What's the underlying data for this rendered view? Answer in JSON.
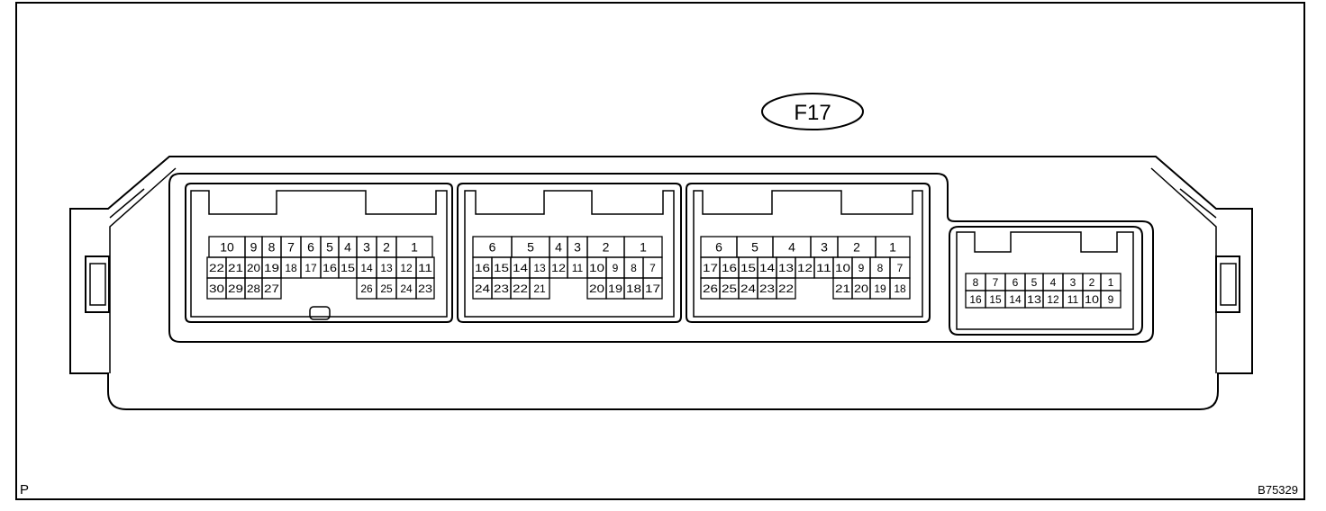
{
  "connector_label": "F17",
  "corner_left": "P",
  "corner_right": "B75329",
  "colors": {
    "line": "#000000",
    "background": "#ffffff"
  },
  "connectors": [
    {
      "id": "c1",
      "rows": [
        [
          "10",
          "9",
          "8",
          "7",
          "6",
          "5",
          "4",
          "3",
          "2",
          "1"
        ],
        [
          "22",
          "21",
          "20",
          "19",
          "18",
          "17",
          "16",
          "15",
          "14",
          "13",
          "12",
          "11"
        ],
        [
          "30",
          "29",
          "28",
          "27",
          "",
          "26",
          "25",
          "24",
          "23"
        ]
      ]
    },
    {
      "id": "c2",
      "rows": [
        [
          "6",
          "5",
          "4",
          "3",
          "2",
          "1"
        ],
        [
          "16",
          "15",
          "14",
          "13",
          "12",
          "11",
          "10",
          "9",
          "8",
          "7"
        ],
        [
          "24",
          "23",
          "22",
          "21",
          "",
          "20",
          "19",
          "18",
          "17"
        ]
      ]
    },
    {
      "id": "c3",
      "rows": [
        [
          "6",
          "5",
          "4",
          "3",
          "2",
          "1"
        ],
        [
          "17",
          "16",
          "15",
          "14",
          "13",
          "12",
          "11",
          "10",
          "9",
          "8",
          "7"
        ],
        [
          "26",
          "25",
          "24",
          "23",
          "22",
          "",
          "21",
          "20",
          "19",
          "18"
        ]
      ]
    },
    {
      "id": "c4",
      "rows": [
        [
          "8",
          "7",
          "6",
          "5",
          "4",
          "3",
          "2",
          "1"
        ],
        [
          "16",
          "15",
          "14",
          "13",
          "12",
          "11",
          "10",
          "9"
        ]
      ]
    }
  ]
}
